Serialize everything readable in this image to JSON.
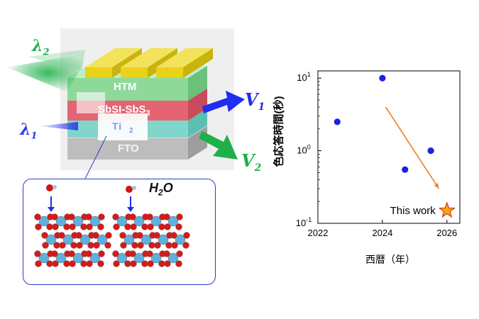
{
  "device": {
    "lambda2": "λ2",
    "lambda2_sym": "λ",
    "lambda2_sub": "2",
    "lambda1_sym": "λ",
    "lambda1_sub": "1",
    "v1_sym": "V",
    "v1_sub": "1",
    "v2_sym": "V",
    "v2_sub": "2",
    "htm_label": "HTM",
    "absorber_label_main": "SbSI-Sb",
    "absorber_label_s": "S",
    "absorber_label_sub": "3",
    "tio2_label_main": "Ti",
    "tio2_label_sub": "2",
    "fto_label": "FTO",
    "colors": {
      "gold": "#e8d21a",
      "htm": "#8ed99a",
      "absorber": "#e46473",
      "tio2": "#7fd6c9",
      "fto": "#c8c8c8",
      "v1_arrow": "#1f2ef0",
      "v2_arrow": "#1fb04a",
      "lambda2": "#22b14c",
      "lambda1": "#2b39e6"
    }
  },
  "inset": {
    "water_label_main": "H",
    "water_label_sub": "2",
    "water_label_tail": "O",
    "border_color": "#2b39c8"
  },
  "chart_data": {
    "type": "scatter",
    "title": "",
    "xlabel": "西暦（年）",
    "ylabel": "色応答時間(秒)",
    "xlim": [
      2022,
      2026.4
    ],
    "ylim_log10": [
      -1,
      1.1
    ],
    "y_scale": "log",
    "x_ticks": [
      2022,
      2024,
      2026
    ],
    "y_ticks": [
      {
        "value": 0.1,
        "base": "10",
        "exp": "-1"
      },
      {
        "value": 1,
        "base": "10",
        "exp": "0"
      },
      {
        "value": 10,
        "base": "10",
        "exp": "1"
      }
    ],
    "series": [
      {
        "marker": "circle",
        "color": "#1a22e6",
        "points": [
          {
            "x": 2022.6,
            "y": 2.5
          },
          {
            "x": 2024.0,
            "y": 10
          },
          {
            "x": 2024.7,
            "y": 0.55
          },
          {
            "x": 2025.5,
            "y": 1.0
          }
        ]
      },
      {
        "marker": "star",
        "color": "#f5a51b",
        "points": [
          {
            "x": 2026.0,
            "y": 0.15
          }
        ]
      }
    ],
    "annotation": {
      "text": "This work",
      "arrow_from": {
        "x": 2024.1,
        "y": 4.0
      },
      "arrow_to": {
        "x": 2025.75,
        "y": 0.3
      },
      "arrow_color": "#ef7d22"
    },
    "grid": false
  }
}
